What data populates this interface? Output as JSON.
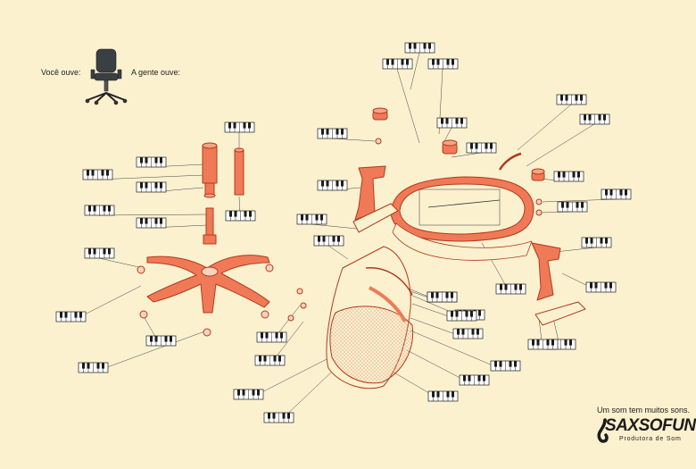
{
  "header": {
    "you_hear": "Você ouve:",
    "we_hear": "A gente ouve:"
  },
  "footer": {
    "tagline": "Um som tem muitos sons.",
    "brand_name": "SAXSOFUNNY",
    "brand_sub": "Produtora de Som"
  },
  "colors": {
    "background": "#fbf1cf",
    "part_fill": "#f07a57",
    "part_stroke": "#b23a1a",
    "ink": "#1c1c1c"
  },
  "icons": {
    "piano": "piano-keyboard-icon",
    "chair": "office-chair-icon",
    "brand": "saxophone-icon"
  }
}
